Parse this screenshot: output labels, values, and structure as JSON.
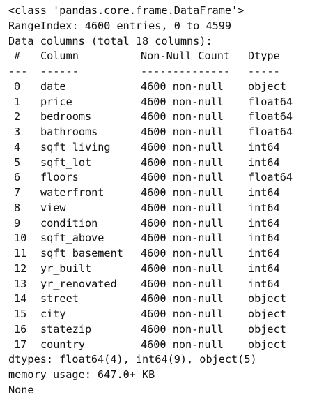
{
  "header_lines": [
    "<class 'pandas.core.frame.DataFrame'>",
    "RangeIndex: 4600 entries, 0 to 4599",
    "Data columns (total 18 columns):"
  ],
  "table": {
    "headers": {
      "idx": "#",
      "column": "Column",
      "count": "Non-Null Count",
      "dtype": "Dtype"
    },
    "separators": {
      "idx": "---",
      "column": "------",
      "count": "--------------",
      "dtype": "-----"
    },
    "rows": [
      {
        "idx": "0",
        "column": "date",
        "count": "4600 non-null",
        "dtype": "object"
      },
      {
        "idx": "1",
        "column": "price",
        "count": "4600 non-null",
        "dtype": "float64"
      },
      {
        "idx": "2",
        "column": "bedrooms",
        "count": "4600 non-null",
        "dtype": "float64"
      },
      {
        "idx": "3",
        "column": "bathrooms",
        "count": "4600 non-null",
        "dtype": "float64"
      },
      {
        "idx": "4",
        "column": "sqft_living",
        "count": "4600 non-null",
        "dtype": "int64"
      },
      {
        "idx": "5",
        "column": "sqft_lot",
        "count": "4600 non-null",
        "dtype": "int64"
      },
      {
        "idx": "6",
        "column": "floors",
        "count": "4600 non-null",
        "dtype": "float64"
      },
      {
        "idx": "7",
        "column": "waterfront",
        "count": "4600 non-null",
        "dtype": "int64"
      },
      {
        "idx": "8",
        "column": "view",
        "count": "4600 non-null",
        "dtype": "int64"
      },
      {
        "idx": "9",
        "column": "condition",
        "count": "4600 non-null",
        "dtype": "int64"
      },
      {
        "idx": "10",
        "column": "sqft_above",
        "count": "4600 non-null",
        "dtype": "int64"
      },
      {
        "idx": "11",
        "column": "sqft_basement",
        "count": "4600 non-null",
        "dtype": "int64"
      },
      {
        "idx": "12",
        "column": "yr_built",
        "count": "4600 non-null",
        "dtype": "int64"
      },
      {
        "idx": "13",
        "column": "yr_renovated",
        "count": "4600 non-null",
        "dtype": "int64"
      },
      {
        "idx": "14",
        "column": "street",
        "count": "4600 non-null",
        "dtype": "object"
      },
      {
        "idx": "15",
        "column": "city",
        "count": "4600 non-null",
        "dtype": "object"
      },
      {
        "idx": "16",
        "column": "statezip",
        "count": "4600 non-null",
        "dtype": "object"
      },
      {
        "idx": "17",
        "column": "country",
        "count": "4600 non-null",
        "dtype": "object"
      }
    ]
  },
  "footer_lines": [
    "dtypes: float64(4), int64(9), object(5)",
    "memory usage: 647.0+ KB",
    "None"
  ]
}
